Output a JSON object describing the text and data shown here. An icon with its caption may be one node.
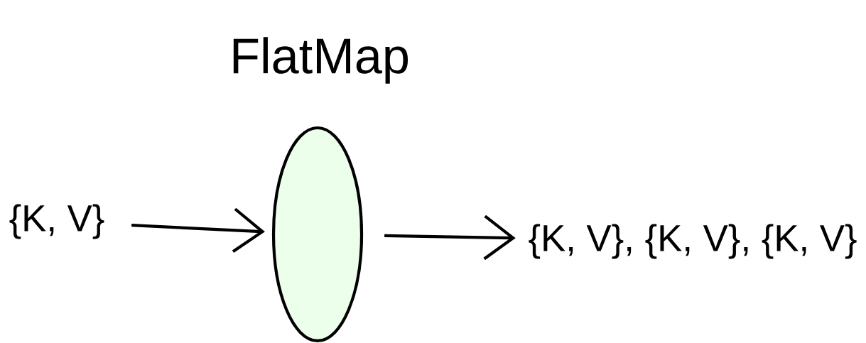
{
  "diagram": {
    "nodes": [
      {
        "text": [
          "{K, V}"
        ]
      },
      {
        "text": [
          "FlatMap"
        ]
      },
      {
        "text": [
          "{K, V}, {K, V}, {K, V}"
        ]
      }
    ],
    "edges": [
      {
        "from": 0,
        "to": 1,
        "arrow": "to"
      },
      {
        "from": 1,
        "to": 2,
        "arrow": "to"
      }
    ]
  }
}
